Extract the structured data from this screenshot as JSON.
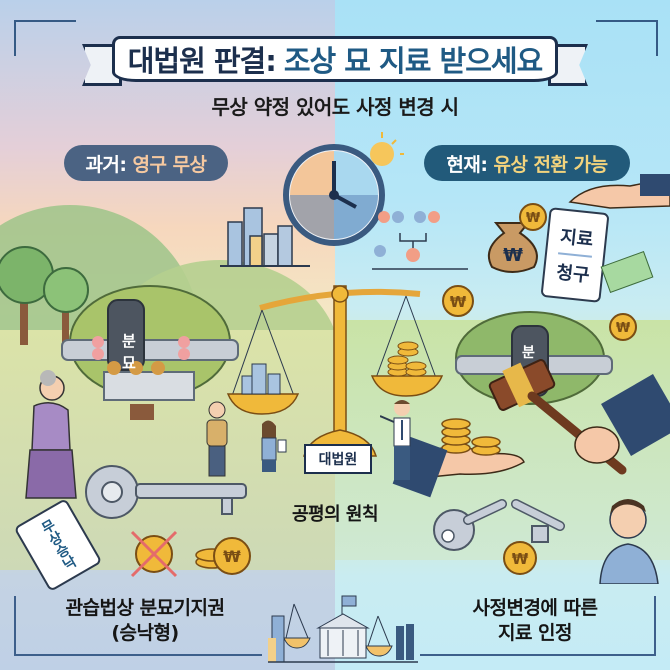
{
  "header": {
    "title_prefix": "대법원 판결:",
    "title_highlight": "조상 묘 지료 받으세요",
    "subtitle": "무상 약정 있어도 사정 변경 시"
  },
  "labels": {
    "past_prefix": "과거:",
    "past_value": "영구 무상",
    "now_prefix": "현재:",
    "now_value": "유상 전환 가능"
  },
  "left_scene": {
    "tombstone_text_1": "분",
    "tombstone_text_2": "묘",
    "key_tag_text": "무상승낙"
  },
  "center_scene": {
    "scale_base_label": "대법원",
    "principle_caption": "공평의 원칙"
  },
  "right_scene": {
    "tombstone_text": "분",
    "scroll_text_1": "지료",
    "scroll_text_2": "청구",
    "currency_symbol": "₩"
  },
  "footer": {
    "left_caption_line1": "관습법상 분묘기지권",
    "left_caption_line2": "(승낙형)",
    "right_caption_line1": "사정변경에 따른",
    "right_caption_line2": "지료 인정"
  },
  "colors": {
    "navy": "#1c2f4d",
    "title_highlight": "#1f5a84",
    "past_pill": "#4b6383",
    "past_accent": "#f6c9a0",
    "now_pill": "#225a7a",
    "now_accent": "#f2d37d",
    "gold": "#f0b93a",
    "grass": "#8fb86a"
  }
}
